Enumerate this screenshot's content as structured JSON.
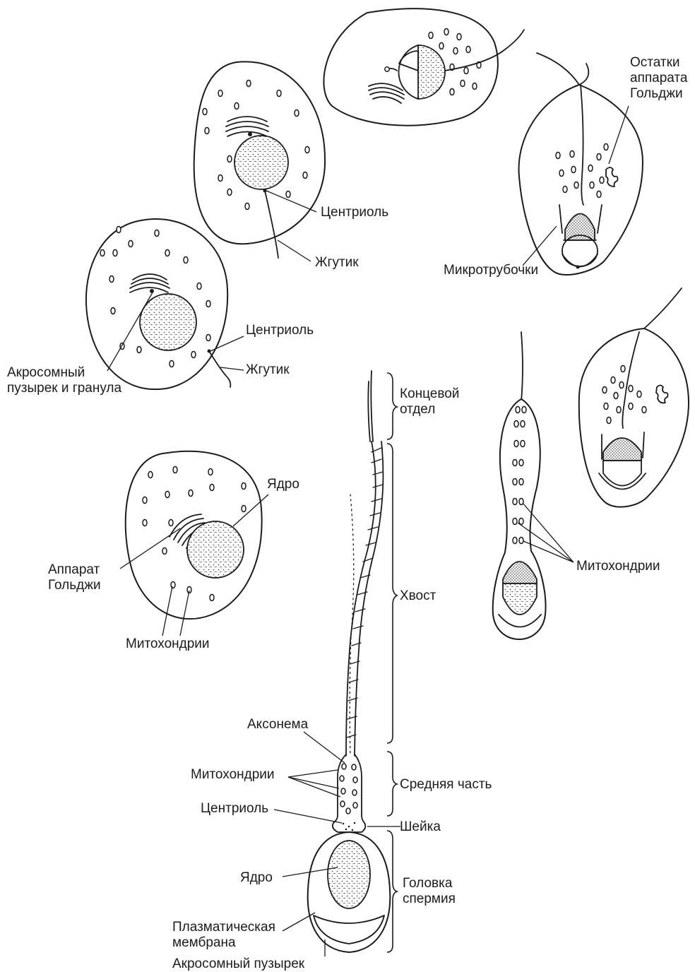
{
  "labels": {
    "centriole_1": "Центриоль",
    "flagellum_1": "Жгутик",
    "golgi_remnants": "Остатки\nаппарата\nГольджи",
    "microtubules": "Микротрубочки",
    "centriole_2": "Центриоль",
    "flagellum_2": "Жгутик",
    "acrosome_vesicle_granule": "Акросомный\nпузырек и гранула",
    "end_piece": "Концевой\nотдел",
    "nucleus_1": "Ядро",
    "golgi_apparatus": "Аппарат\nГольджи",
    "mitochondria_1": "Митохондрии",
    "mitochondria_2": "Митохондрии",
    "tail": "Хвост",
    "axoneme": "Аксонема",
    "mitochondria_3": "Митохондрии",
    "middle_piece": "Средняя часть",
    "centriole_3": "Центриоль",
    "neck": "Шейка",
    "nucleus_2": "Ядро",
    "sperm_head": "Головка\nспермия",
    "plasma_membrane": "Плазматическая\nмембрана",
    "acrosome_vesicle": "Акросомный пузырек"
  }
}
